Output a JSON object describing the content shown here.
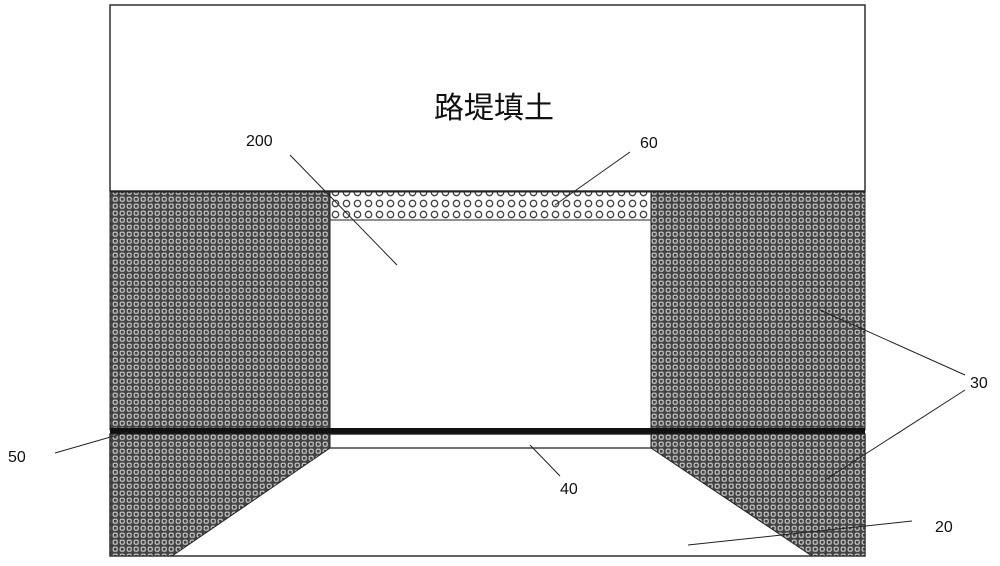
{
  "diagram": {
    "fill_region_label": "路堤填土",
    "labels": {
      "opening": "200",
      "cap": "60",
      "side_fill": "30",
      "membrane": "50",
      "interlayer": "40",
      "foundation": "20"
    },
    "colors": {
      "outline": "#222222",
      "texture_dark": "#3d3d3d",
      "texture_light": "#c9c9c9",
      "membrane": "#111111",
      "background": "#ffffff"
    }
  }
}
